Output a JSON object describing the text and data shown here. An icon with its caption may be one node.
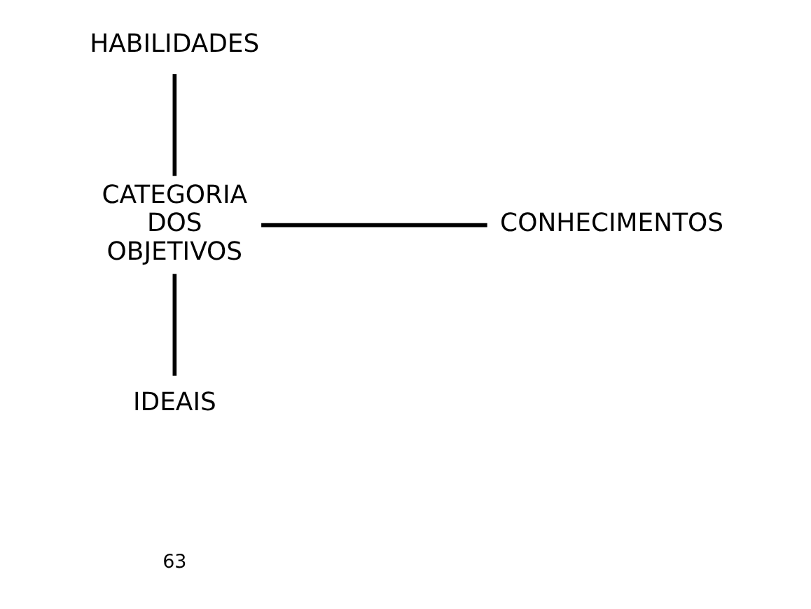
{
  "diagram": {
    "nodes": [
      {
        "text": [
          "HABILIDADES"
        ]
      },
      {
        "text": [
          "CATEGORIA DOS OBJETIVOS"
        ]
      },
      {
        "text": [
          "CONHECIMENTOS"
        ]
      },
      {
        "text": [
          "IDEAIS"
        ]
      }
    ],
    "edges": [
      {
        "from": 0,
        "to": 1,
        "arrow": "none"
      },
      {
        "from": 1,
        "to": 2,
        "arrow": "none"
      },
      {
        "from": 1,
        "to": 3,
        "arrow": "none"
      }
    ],
    "labels": [
      "63"
    ]
  }
}
